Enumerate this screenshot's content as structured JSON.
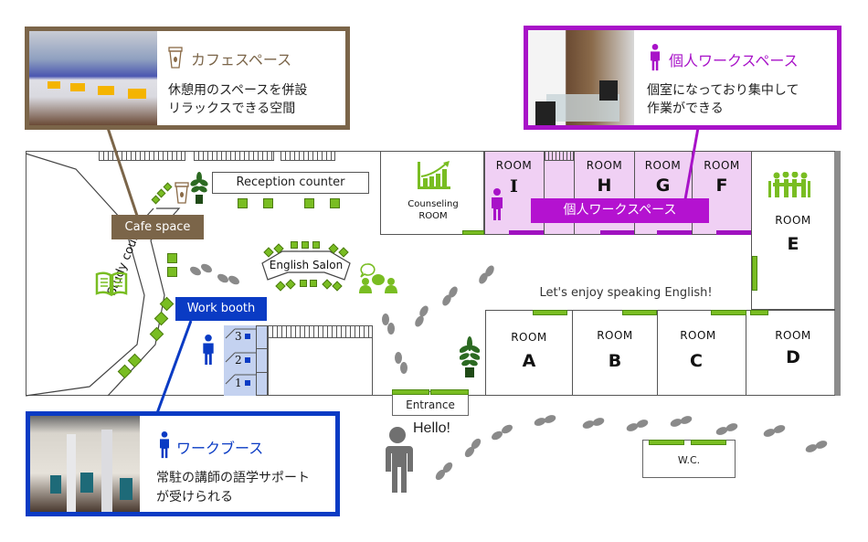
{
  "colors": {
    "cafe": "#7b6549",
    "private": "#a812c8",
    "booth": "#0a3bc4",
    "green": "#79bd22",
    "private_room_fill": "#f0d0f4",
    "booth_fill": "#c4d2f0"
  },
  "callouts": {
    "cafe": {
      "icon": "coffee-cup-icon",
      "title": "カフェスペース",
      "desc_line1": "休憩用のスペースを併設",
      "desc_line2": "リラックスできる空間"
    },
    "private": {
      "icon": "person-icon",
      "title": "個人ワークスペース",
      "desc_line1": "個室になっており集中して",
      "desc_line2": "作業ができる"
    },
    "booth": {
      "icon": "person-icon",
      "title": "ワークブース",
      "desc_line1": "常駐の講師の語学サポート",
      "desc_line2": "が受けられる"
    }
  },
  "map": {
    "reception": "Reception counter",
    "cafe_tag": "Cafe space",
    "study_counter": "Study counter",
    "english_salon": "English Salon",
    "work_booth_tag": "Work booth",
    "booths": [
      "3",
      "2",
      "1"
    ],
    "counseling_line1": "Counseling",
    "counseling_line2": "ROOM",
    "private_tag": "個人ワークスペース",
    "slogan": "Let's enjoy speaking English!",
    "entrance": "Entrance",
    "greeting": "Hello!",
    "wc": "W.C.",
    "room_word": "ROOM",
    "rooms": {
      "I": "I",
      "H": "H",
      "G": "G",
      "F": "F",
      "E": "E",
      "A": "A",
      "B": "B",
      "C": "C",
      "D": "D"
    }
  }
}
